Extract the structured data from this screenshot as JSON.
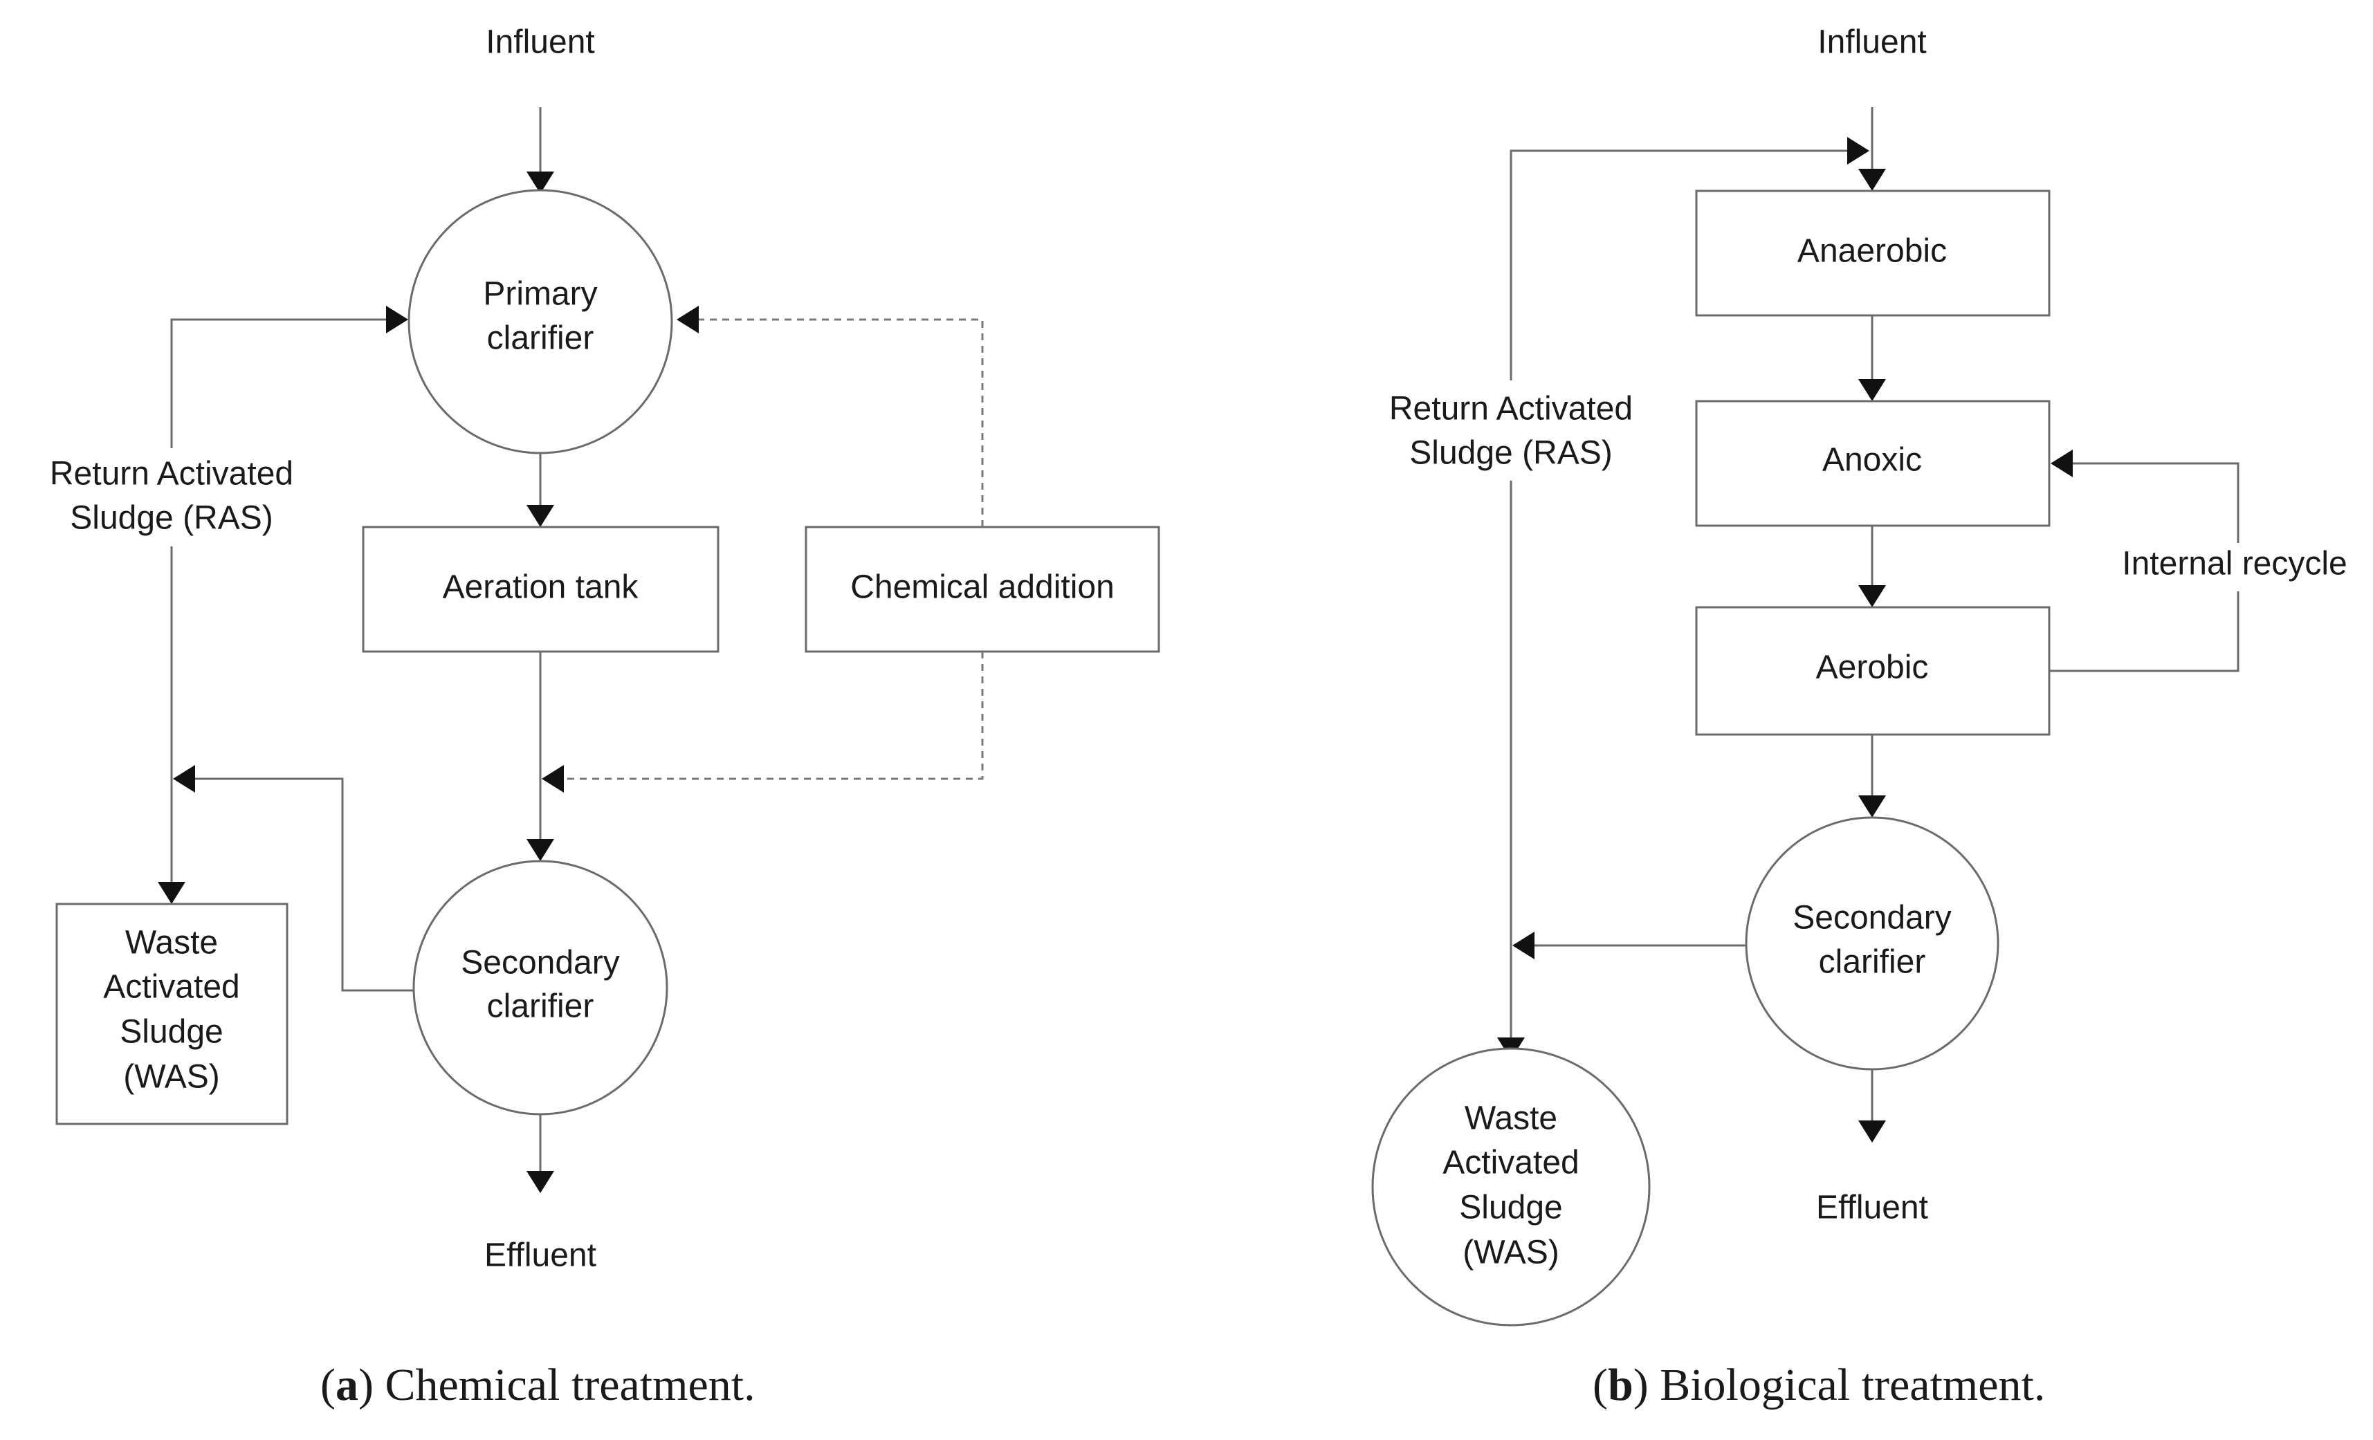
{
  "panel_a": {
    "influent": "Influent",
    "primary_clarifier": [
      "Primary",
      "clarifier"
    ],
    "aeration_tank": "Aeration tank",
    "chemical_addition": "Chemical addition",
    "secondary_clarifier": [
      "Secondary",
      "clarifier"
    ],
    "ras": [
      "Return Activated",
      "Sludge (RAS)"
    ],
    "was": [
      "Waste",
      "Activated",
      "Sludge",
      "(WAS)"
    ],
    "effluent": "Effluent",
    "caption_letter": "a",
    "caption_text": "Chemical treatment."
  },
  "panel_b": {
    "influent": "Influent",
    "anaerobic": "Anaerobic",
    "anoxic": "Anoxic",
    "aerobic": "Aerobic",
    "internal_recycle": "Internal recycle",
    "secondary_clarifier": [
      "Secondary",
      "clarifier"
    ],
    "ras": [
      "Return Activated",
      "Sludge (RAS)"
    ],
    "was": [
      "Waste",
      "Activated",
      "Sludge",
      "(WAS)"
    ],
    "effluent": "Effluent",
    "caption_letter": "b",
    "caption_text": "Biological treatment."
  }
}
